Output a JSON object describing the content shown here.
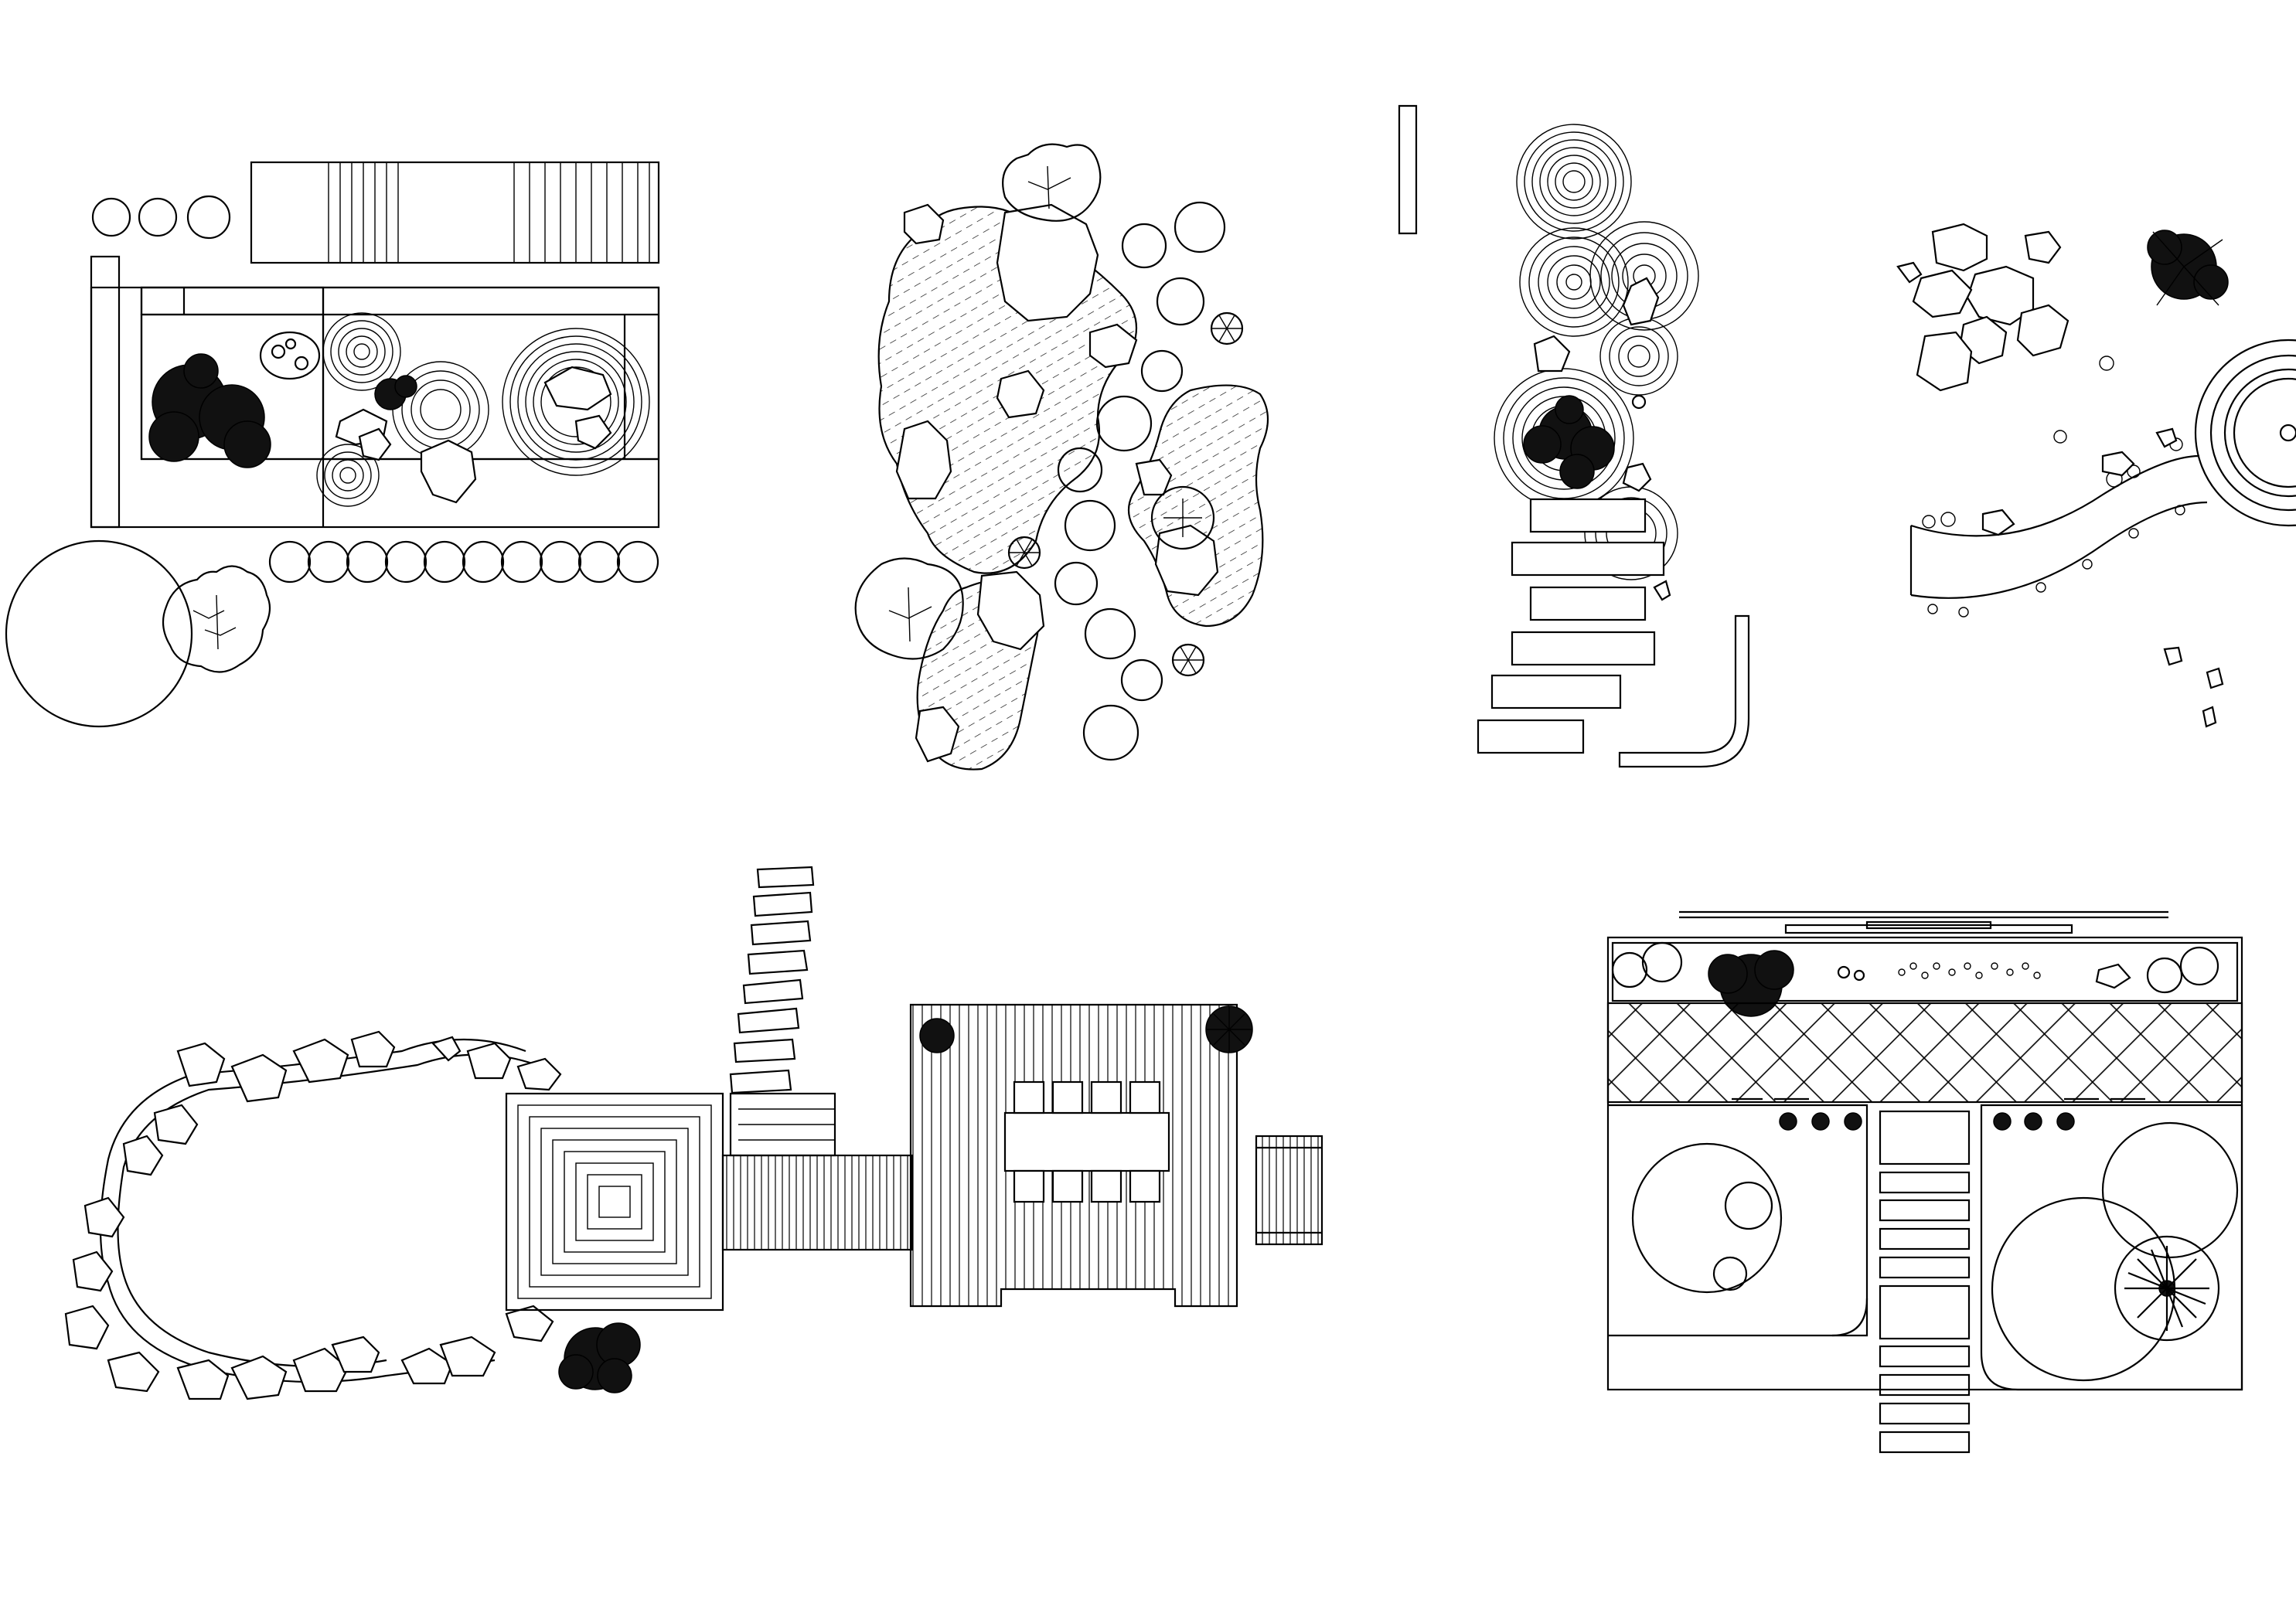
{
  "drawing": {
    "background_color": "#ffffff",
    "line_color": "#000000",
    "panels": [
      {
        "symbols": [
          "stepping-stone-row",
          "deck-planks",
          "planter-box",
          "dark-shrub",
          "zen-ripple-circles",
          "rock",
          "large-tree-circle",
          "tree-canopy"
        ]
      },
      {
        "symbols": [
          "pond-hatch",
          "rock",
          "stepping-stone-circles",
          "tree-canopy",
          "star-plant"
        ]
      },
      {
        "symbols": [
          "ripple-circles",
          "dark-shrub",
          "stone-steps",
          "curved-path"
        ]
      },
      {
        "symbols": [
          "rock-cluster",
          "palm-shrub",
          "curved-path",
          "round-pavilion"
        ]
      },
      {
        "symbols": [
          "rock-border-loop",
          "stepping-stones",
          "square-pyramid-roof",
          "deck-walkway",
          "dining-deck",
          "dark-shrub"
        ]
      },
      {
        "symbols": [
          "planting-strip",
          "diamond-paving",
          "round-lawns",
          "step-path",
          "tree-canopy"
        ]
      }
    ]
  }
}
